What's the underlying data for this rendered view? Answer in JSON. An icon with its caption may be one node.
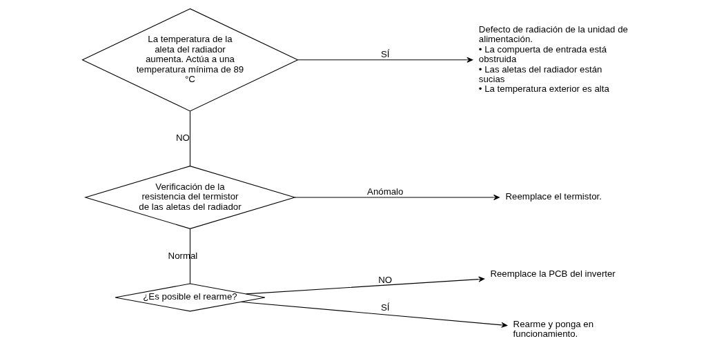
{
  "diagram": {
    "nodes": [
      {
        "text": [
          "La temperatura de la aleta del radiador aumenta. Actúa a una temperatura mínima de 89 °C"
        ]
      },
      {
        "text": [
          "Defecto de radiación de la unidad de alimentación.",
          "• La compuerta de entrada está obstruida",
          "• Las aletas del radiador están sucias",
          "• La temperatura exterior es alta"
        ]
      },
      {
        "text": [
          "Verificación de la resistencia del termistor de las aletas del radiador"
        ]
      },
      {
        "text": [
          "Reemplace el termistor."
        ]
      },
      {
        "text": [
          "¿Es posible el rearme?"
        ]
      },
      {
        "text": [
          "Reemplace la PCB del inverter"
        ]
      },
      {
        "text": [
          "Rearme y ponga en funcionamiento."
        ]
      }
    ],
    "edges": [
      {
        "from": 0,
        "to": 1,
        "arrow": "to",
        "label": "SÍ"
      },
      {
        "from": 0,
        "to": 2,
        "arrow": "none",
        "label": "NO"
      },
      {
        "from": 2,
        "to": 3,
        "arrow": "to",
        "label": "Anómalo"
      },
      {
        "from": 2,
        "to": 4,
        "arrow": "none",
        "label": "Normal"
      },
      {
        "from": 4,
        "to": 5,
        "arrow": "to",
        "label": "NO"
      },
      {
        "from": 4,
        "to": 6,
        "arrow": "to",
        "label": "SÍ"
      }
    ]
  }
}
